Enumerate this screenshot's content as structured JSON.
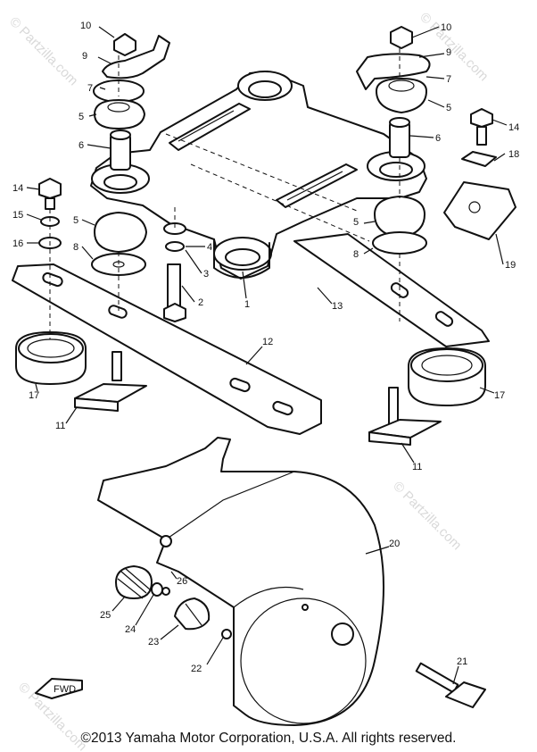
{
  "watermark": "© Partzilla.com",
  "copyright": "©2013 Yamaha Motor Corporation, U.S.A. All rights reserved.",
  "fwd_label": "FWD",
  "callouts": [
    "10",
    "9",
    "7",
    "5",
    "6",
    "14",
    "15",
    "16",
    "5",
    "8",
    "4",
    "3",
    "2",
    "1",
    "10",
    "9",
    "7",
    "5",
    "6",
    "14",
    "18",
    "19",
    "5",
    "8",
    "13",
    "12",
    "17",
    "11",
    "17",
    "11",
    "20",
    "26",
    "25",
    "24",
    "23",
    "22",
    "21"
  ]
}
